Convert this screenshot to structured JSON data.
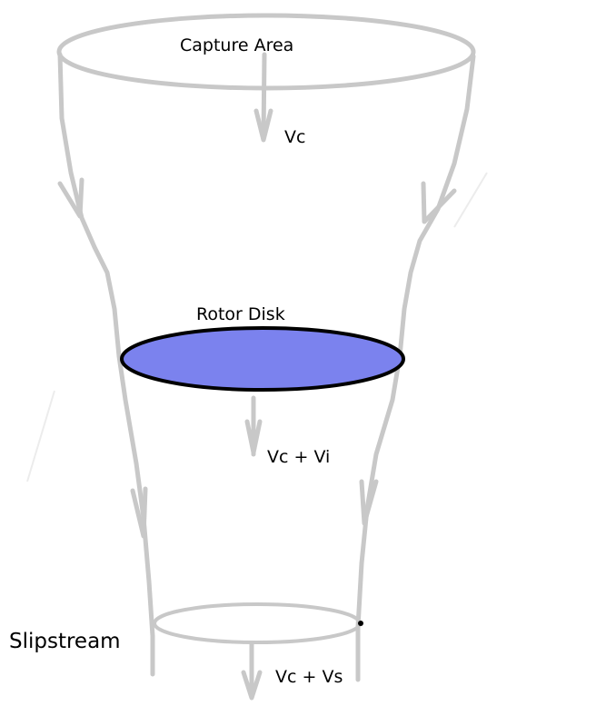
{
  "labels": {
    "capture_area": "Capture Area",
    "vc": "Vc",
    "rotor_disk": "Rotor Disk",
    "vc_plus_vi": "Vc + Vi",
    "slipstream": "Slipstream",
    "vc_plus_vs": "Vc + Vs"
  },
  "colors": {
    "streamline": "#c8c8c8",
    "rotor_fill": "#7b82ee",
    "rotor_outline": "#000000",
    "text": "#000000"
  }
}
